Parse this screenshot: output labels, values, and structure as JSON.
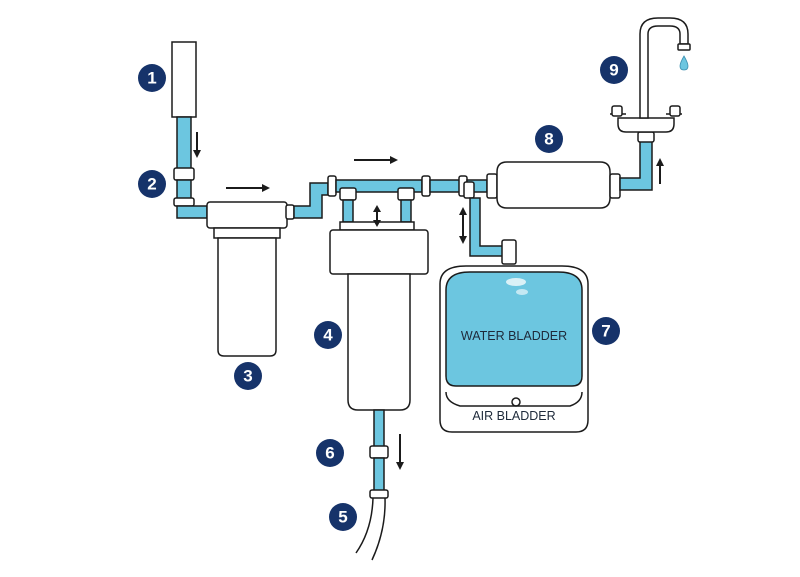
{
  "diagram": {
    "labels": {
      "water_bladder": "WATER BLADDER",
      "air_bladder": "AIR BLADDER"
    },
    "markers": [
      "1",
      "2",
      "3",
      "4",
      "5",
      "6",
      "7",
      "8",
      "9"
    ],
    "colors": {
      "water": "#6cc6e0",
      "marker_fill": "#16336a",
      "marker_text": "#ffffff",
      "outline": "#1b1b1b"
    },
    "icons": [
      "faucet-icon",
      "water-drop-icon",
      "flow-arrow-icon"
    ]
  }
}
